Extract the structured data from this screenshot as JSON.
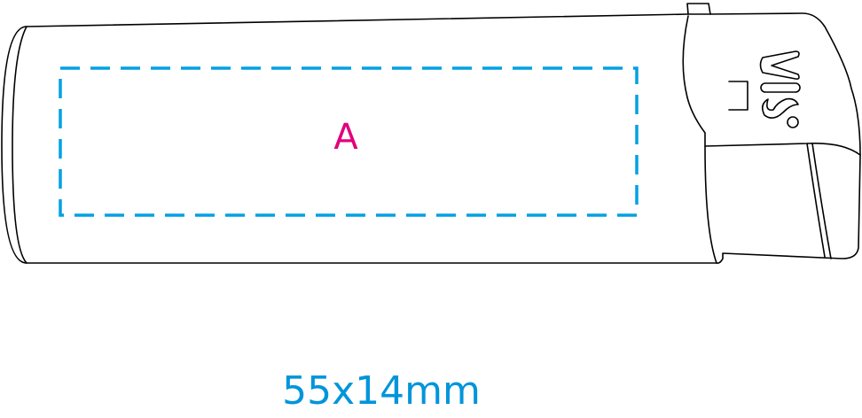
{
  "print_area": {
    "label": "A",
    "color": "#e2007a",
    "border_color": "#00a0e3"
  },
  "dimensions": {
    "text": "55x14mm",
    "color": "#0095da"
  },
  "logo": {
    "text": "VIS"
  }
}
